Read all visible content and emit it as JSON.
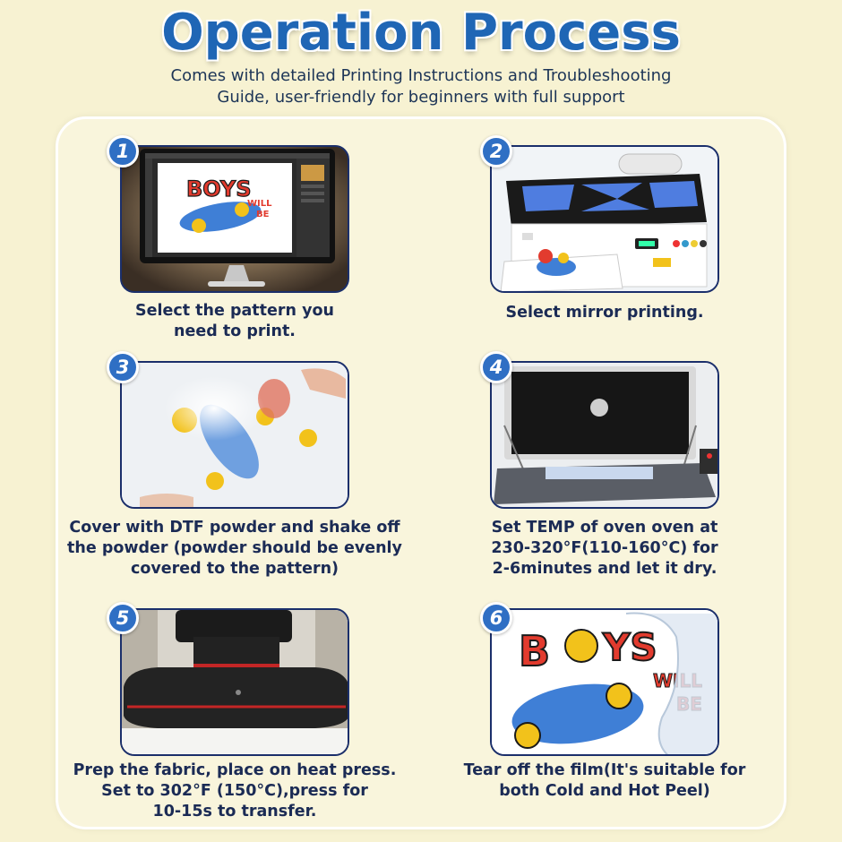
{
  "header": {
    "title": "Operation Process",
    "subtitle_line1": "Comes with detailed Printing Instructions and Troubleshooting",
    "subtitle_line2": "Guide, user-friendly for beginners with full support"
  },
  "steps": [
    {
      "number": "1",
      "lines": [
        "Select the pattern you",
        "need to print."
      ],
      "artwork_text": [
        "BOYS",
        "WILL",
        "BE"
      ]
    },
    {
      "number": "2",
      "lines": [
        "Select mirror printing."
      ]
    },
    {
      "number": "3",
      "lines": [
        "Cover with DTF powder and shake off",
        "the powder (powder should be evenly",
        "covered to the pattern)"
      ]
    },
    {
      "number": "4",
      "lines": [
        "Set TEMP of oven oven at",
        "230-320°F(110-160°C) for",
        "2-6minutes and let it dry."
      ]
    },
    {
      "number": "5",
      "lines": [
        "Prep the fabric, place on heat press.",
        "Set to 302°F (150°C),press for",
        "10-15s to transfer."
      ]
    },
    {
      "number": "6",
      "lines": [
        "Tear off the film(It's suitable for",
        "both Cold and Hot Peel)"
      ],
      "artwork_text": [
        "B",
        "YS",
        "WILL",
        "BE"
      ]
    }
  ],
  "colors": {
    "background": "#f7f2d2",
    "title": "#1f66b5",
    "badge": "#2f6fc4",
    "caption": "#1b2b55",
    "frame": "#1b2f6b"
  }
}
